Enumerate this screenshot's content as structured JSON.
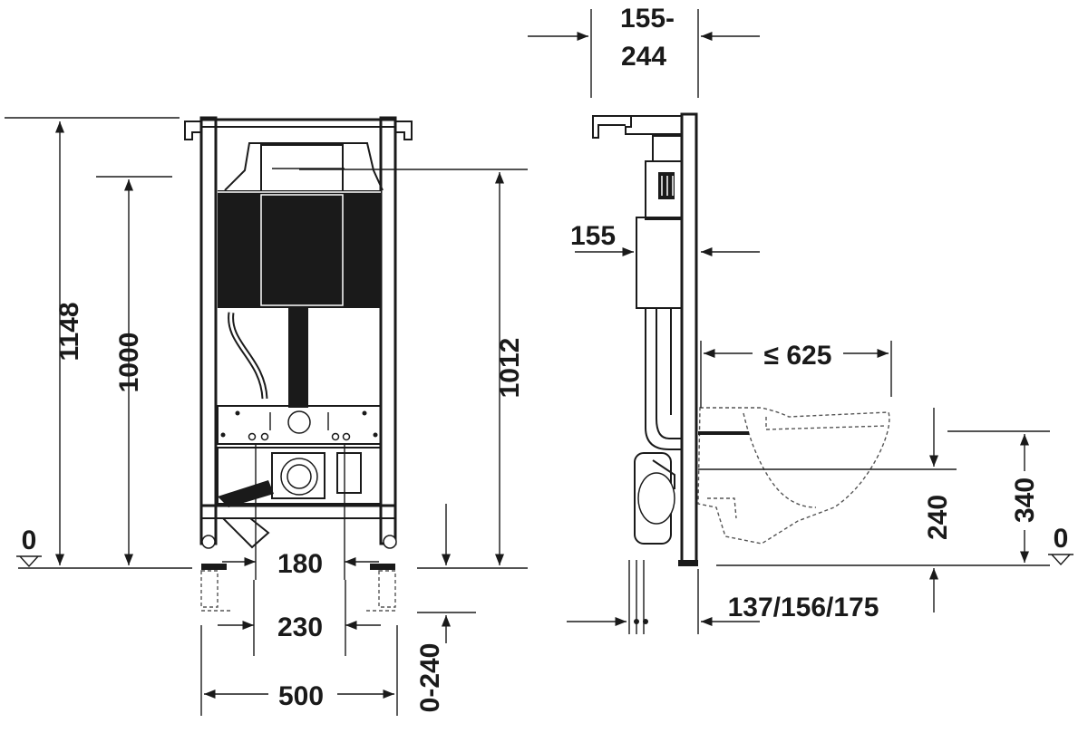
{
  "dimensions": {
    "overall_height": "1148",
    "frame_height": "1000",
    "actuator_height": "1012",
    "bolt_spacing_inner": "180",
    "bolt_spacing_outer": "230",
    "frame_width": "500",
    "foot_adjust": "0-240",
    "depth_top": "155-",
    "depth_top_2": "244",
    "cistern_depth": "155",
    "projection": "≤ 625",
    "connector_height": "240",
    "seat_height": "340",
    "offsets": "137/156/175",
    "floor_left": "0",
    "floor_right": "0"
  }
}
